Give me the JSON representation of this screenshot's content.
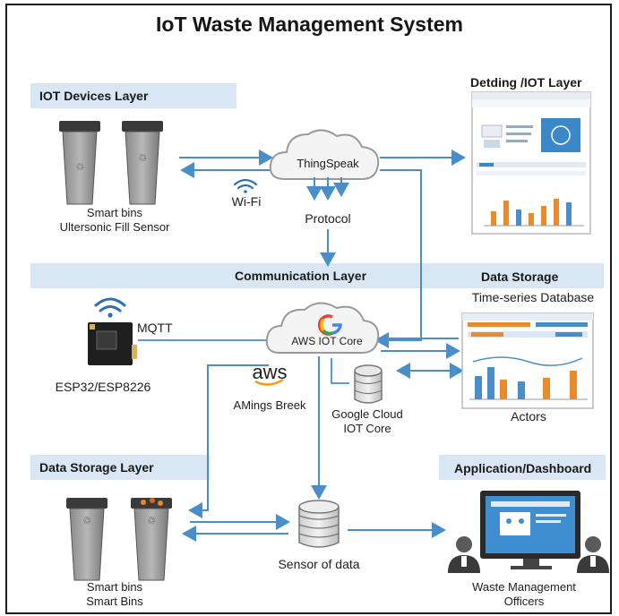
{
  "title": "IoT Waste Management System",
  "layers": {
    "devices": "IOT Devices Layer",
    "communication": "Communication Layer",
    "storage": "Data Storage Layer"
  },
  "headers": {
    "dashboard_top": "Detding /IOT Layer",
    "data_storage": "Data Storage",
    "application": "Application/Dashboard"
  },
  "labels": {
    "smart_bins_top_1": "Smart bins",
    "smart_bins_top_2": "Ultersonic Fill Sensor",
    "wifi": "Wi-Fi",
    "thingspeak": "ThingSpeak",
    "protocol": "Protocol",
    "mqtt": "MQTT",
    "esp": "ESP32/ESP8226",
    "aws_iot_core": "AWS IOT Core",
    "aws_logo": "aws",
    "amings": "AMings Breek",
    "gcloud_1": "Google Cloud",
    "gcloud_2": "IOT Core",
    "timeseries": "Time-series Database",
    "actors": "Actors",
    "sensor_data": "Sensor of data",
    "smart_bins_bottom_1": "Smart bins",
    "smart_bins_bottom_2": "Smart Bins",
    "officers_1": "Waste Management",
    "officers_2": "Officers"
  },
  "colors": {
    "arrow": "#4a8ec9",
    "band": "#d9e6f3",
    "bar_orange": "#e98a2c",
    "bar_blue": "#4a8ec9"
  }
}
